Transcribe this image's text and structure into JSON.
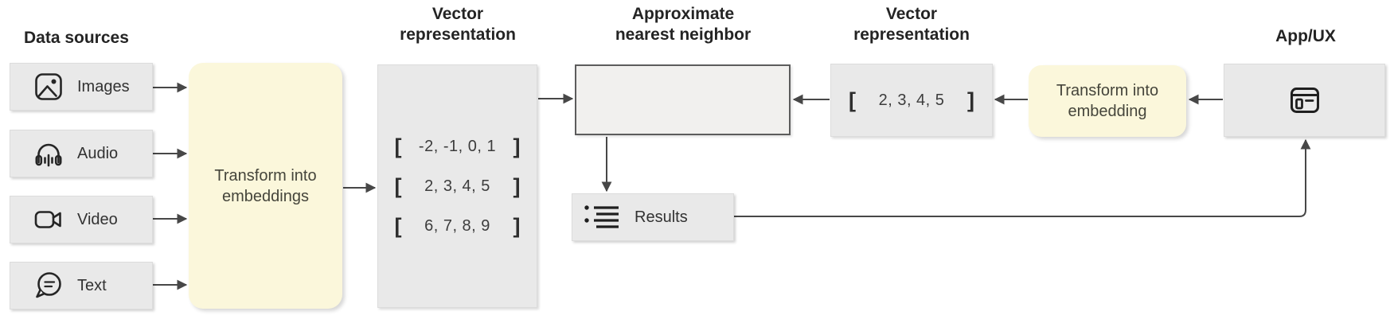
{
  "headings": {
    "data_sources": "Data sources",
    "vector_representation_left": {
      "line1": "Vector",
      "line2": "representation"
    },
    "approximate_nearest_neighbor": {
      "line1": "Approximate",
      "line2": "nearest neighbor"
    },
    "vector_representation_right": {
      "line1": "Vector",
      "line2": "representation"
    },
    "app_ux": "App/UX"
  },
  "data_sources": [
    {
      "label": "Images",
      "icon": "image-icon"
    },
    {
      "label": "Audio",
      "icon": "headphones-icon"
    },
    {
      "label": "Video",
      "icon": "video-camera-icon"
    },
    {
      "label": "Text",
      "icon": "chat-bubble-icon"
    }
  ],
  "transform_embeddings_node": {
    "line1": "Transform into",
    "line2": "embeddings"
  },
  "vector_store_node": {
    "vectors": [
      {
        "open": "[",
        "values": "-2, -1, 0, 1",
        "close": "]"
      },
      {
        "open": "[",
        "values": "2, 3, 4, 5",
        "close": "]"
      },
      {
        "open": "[",
        "values": "6, 7, 8, 9",
        "close": "]"
      }
    ]
  },
  "ann_node": {
    "content": ""
  },
  "results_node": {
    "label": "Results",
    "icon": "bulleted-list-icon"
  },
  "query_vector_node": {
    "open": "[",
    "values": "2, 3, 4, 5",
    "close": "]"
  },
  "transform_embedding_node": {
    "line1": "Transform into",
    "line2": "embedding"
  },
  "app_ux_node": {
    "icon": "browser-window-icon"
  },
  "colors": {
    "cream": "#fbf7db",
    "box_gray": "#e9e9e9",
    "ann_fill": "#f1f0ee",
    "ann_border": "#5c5c5c",
    "arrow": "#474747",
    "heading": "#242424"
  }
}
